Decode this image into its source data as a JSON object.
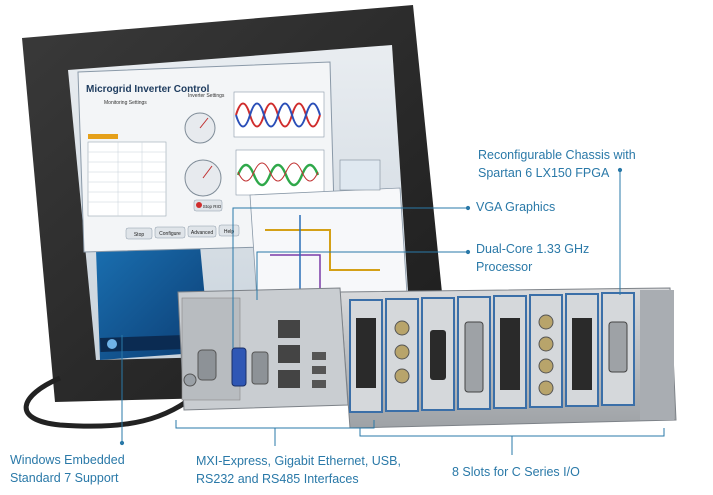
{
  "screen": {
    "window_title": "Microgrid Inverter Control",
    "panels": {
      "monitoring": "Monitoring Settings",
      "inverter": "Inverter Settings"
    },
    "buttons": {
      "stop": "Stop",
      "configure": "Configure",
      "advanced": "Advanced",
      "help": "Help",
      "stop_rio": "Stop RIO"
    }
  },
  "callouts": {
    "chassis": [
      "Reconfigurable Chassis with",
      "Spartan 6 LX150 FPGA"
    ],
    "vga": [
      "VGA Graphics"
    ],
    "processor": [
      "Dual-Core 1.33 GHz",
      "Processor"
    ],
    "windows": [
      "Windows Embedded",
      "Standard 7 Support"
    ],
    "interfaces": [
      "MXI-Express, Gigabit Ethernet, USB,",
      "RS232 and RS485 Interfaces"
    ],
    "slots": [
      "8 Slots for C Series I/O"
    ]
  },
  "colors": {
    "callout_text": "#2a79a8",
    "leader_line": "#2a79a8",
    "monitor_bezel": "#2b2b2b",
    "module_accent": "#3b6fa8"
  }
}
